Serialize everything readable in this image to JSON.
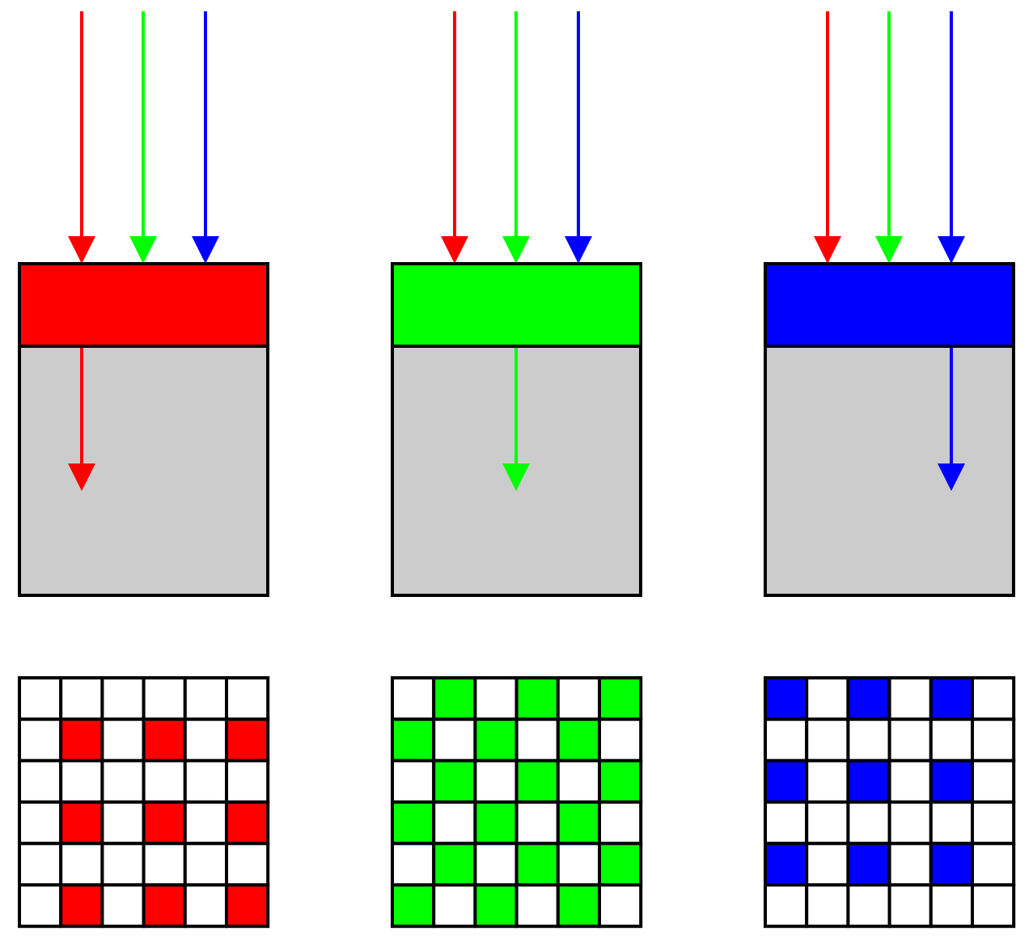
{
  "colors": {
    "red": "#ff0000",
    "green": "#00ff00",
    "blue": "#0000ff",
    "sensor": "#cccccc",
    "outline": "#000000",
    "empty_cell": "#ffffff"
  },
  "incoming_light": [
    "red",
    "green",
    "blue"
  ],
  "panels": [
    {
      "id": "red",
      "filter_color": "red",
      "passed_light": "red",
      "passed_index": 0,
      "mosaic": [
        [
          0,
          0,
          0,
          0,
          0,
          0
        ],
        [
          0,
          1,
          0,
          1,
          0,
          1
        ],
        [
          0,
          0,
          0,
          0,
          0,
          0
        ],
        [
          0,
          1,
          0,
          1,
          0,
          1
        ],
        [
          0,
          0,
          0,
          0,
          0,
          0
        ],
        [
          0,
          1,
          0,
          1,
          0,
          1
        ]
      ]
    },
    {
      "id": "green",
      "filter_color": "green",
      "passed_light": "green",
      "passed_index": 1,
      "mosaic": [
        [
          0,
          1,
          0,
          1,
          0,
          1
        ],
        [
          1,
          0,
          1,
          0,
          1,
          0
        ],
        [
          0,
          1,
          0,
          1,
          0,
          1
        ],
        [
          1,
          0,
          1,
          0,
          1,
          0
        ],
        [
          0,
          1,
          0,
          1,
          0,
          1
        ],
        [
          1,
          0,
          1,
          0,
          1,
          0
        ]
      ]
    },
    {
      "id": "blue",
      "filter_color": "blue",
      "passed_light": "blue",
      "passed_index": 2,
      "mosaic": [
        [
          1,
          0,
          1,
          0,
          1,
          0
        ],
        [
          0,
          0,
          0,
          0,
          0,
          0
        ],
        [
          1,
          0,
          1,
          0,
          1,
          0
        ],
        [
          0,
          0,
          0,
          0,
          0,
          0
        ],
        [
          1,
          0,
          1,
          0,
          1,
          0
        ],
        [
          0,
          0,
          0,
          0,
          0,
          0
        ]
      ]
    }
  ]
}
